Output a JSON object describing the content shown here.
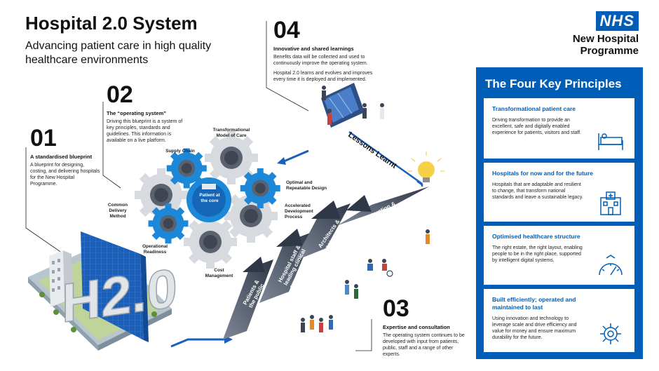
{
  "header": {
    "title": "Hospital 2.0 System",
    "subtitle": "Advancing patient care in high quality healthcare environments"
  },
  "steps": {
    "s01": {
      "num": "01",
      "head": "A standardised blueprint",
      "body": "A blueprint for designing, costing, and delivering hospitals for the New Hospital Programme."
    },
    "s02": {
      "num": "02",
      "head": "The “operating system”",
      "body": "Driving this blueprint is a system of key principles, standards and guidelines. This information is available on a live platform."
    },
    "s03": {
      "num": "03",
      "head": "Expertise and consultation",
      "body": "The operating system continues to be developed with input from patients, public, staff and a range of other experts."
    },
    "s04": {
      "num": "04",
      "head": "Innovative and shared learnings",
      "body": "Benefits data will be collected and used to continuously improve the operating system.",
      "body2": "Hospital 2.0 learns and evolves and improves every time it is deployed and implemented."
    }
  },
  "gears": {
    "center": "Patient at the core",
    "supply_chain": "Supply Chain",
    "transformational": "Transformational Model of Care",
    "optimal": "Optimal and Repeatable Design",
    "accelerated": "Accelerated Development Process",
    "cost": "Cost Management",
    "operational": "Operational Readiness",
    "common": "Common Delivery Method"
  },
  "arrows": {
    "a1": "Patients & the public",
    "a2": "Hospital staff & leading clinical experts",
    "a3": "Architects & engineers",
    "a4": "Construction & manufacturing industries",
    "lessons": "Lessons Learnt"
  },
  "building_text": "H2.0",
  "nhs": {
    "logo": "NHS",
    "programme_line1": "New Hospital",
    "programme_line2": "Programme"
  },
  "panel": {
    "title": "The Four Key Principles",
    "cards": [
      {
        "title": "Transformational patient care",
        "body": "Driving transformation to provide an excellent, safe and digitally enabled experience for patients, visitors and staff.",
        "icon": "hospital-bed-icon"
      },
      {
        "title": "Hospitals for now and for the future",
        "body": "Hospitals that are adaptable and resilient to change, that transform national standards and leave a sustainable legacy.",
        "icon": "hospital-building-icon"
      },
      {
        "title": "Optimised healthcare structure",
        "body": "The right estate, the right layout, enabling people to be in the right place, supported by intelligent digital systems.",
        "icon": "speedometer-icon"
      },
      {
        "title": "Built efficiently; operated and maintained to last",
        "body": "Using innovation and technology to leverage scale and drive efficiency and value for money and ensure maximum durability for the future.",
        "icon": "gear-cog-icon"
      }
    ]
  },
  "colors": {
    "nhs_blue": "#005eb8",
    "gear_blue": "#1e88d8",
    "gear_grey": "#d7dade",
    "arrow_dark": "#3b4555",
    "lightbulb": "#f7d04a"
  }
}
